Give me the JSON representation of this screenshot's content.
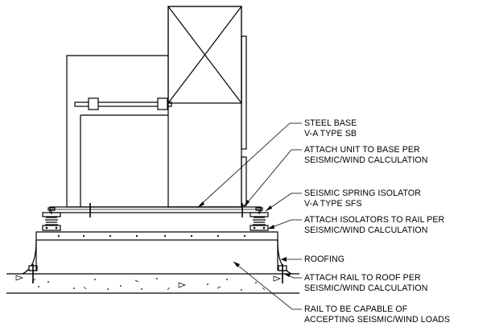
{
  "callouts": [
    {
      "id": "steel-base",
      "lines": [
        "STEEL BASE",
        "V-A TYPE SB"
      ]
    },
    {
      "id": "attach-unit",
      "lines": [
        "ATTACH UNIT TO BASE PER",
        "SEISMIC/WIND CALCULATION"
      ]
    },
    {
      "id": "spring-isolator",
      "lines": [
        "SEISMIC SPRING ISOLATOR",
        "V-A TYPE SFS"
      ]
    },
    {
      "id": "attach-isolators",
      "lines": [
        "ATTACH ISOLATORS TO RAIL PER",
        "SEISMIC/WIND CALCULATION"
      ]
    },
    {
      "id": "roofing",
      "lines": [
        "ROOFING"
      ]
    },
    {
      "id": "attach-rail",
      "lines": [
        "ATTACH RAIL TO ROOF PER",
        "SEISMIC/WIND CALCULATION"
      ]
    },
    {
      "id": "rail-capable",
      "lines": [
        "RAIL TO BE CAPABLE OF",
        "ACCEPTING SEISMIC/WIND LOADS"
      ]
    }
  ]
}
